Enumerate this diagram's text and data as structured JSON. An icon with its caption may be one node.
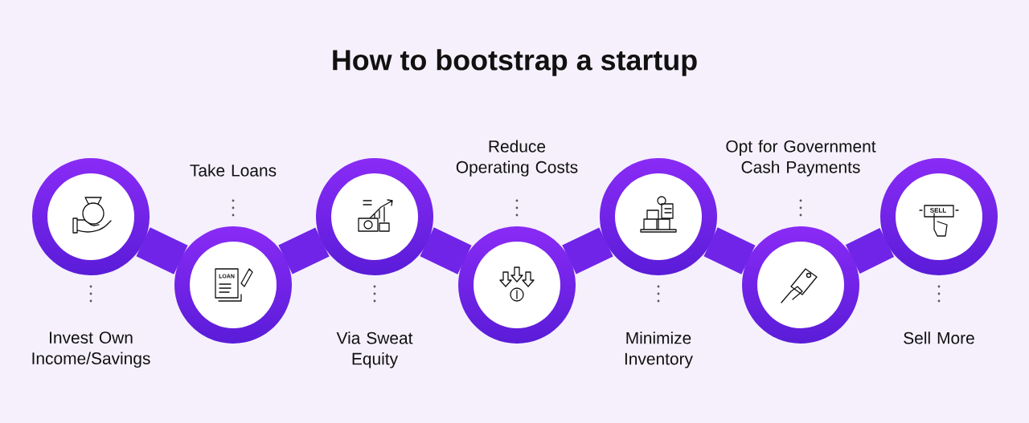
{
  "diagram": {
    "title": "How to bootstrap a startup",
    "nodes": [
      {
        "text": [
          "Invest Own Income/Savings"
        ]
      },
      {
        "text": [
          "Take Loans"
        ]
      },
      {
        "text": [
          "Via Sweat Equity"
        ]
      },
      {
        "text": [
          "Reduce Operating Costs"
        ]
      },
      {
        "text": [
          "Minimize Inventory"
        ]
      },
      {
        "text": [
          "Opt for Government Cash Payments"
        ]
      },
      {
        "text": [
          "Sell More"
        ]
      }
    ],
    "edges": [
      {
        "from": 0,
        "to": 1,
        "arrow": "none"
      },
      {
        "from": 1,
        "to": 2,
        "arrow": "none"
      },
      {
        "from": 2,
        "to": 3,
        "arrow": "none"
      },
      {
        "from": 3,
        "to": 4,
        "arrow": "none"
      },
      {
        "from": 4,
        "to": 5,
        "arrow": "none"
      },
      {
        "from": 5,
        "to": 6,
        "arrow": "none"
      }
    ],
    "labels": [
      "LOAN",
      "SELL"
    ]
  }
}
